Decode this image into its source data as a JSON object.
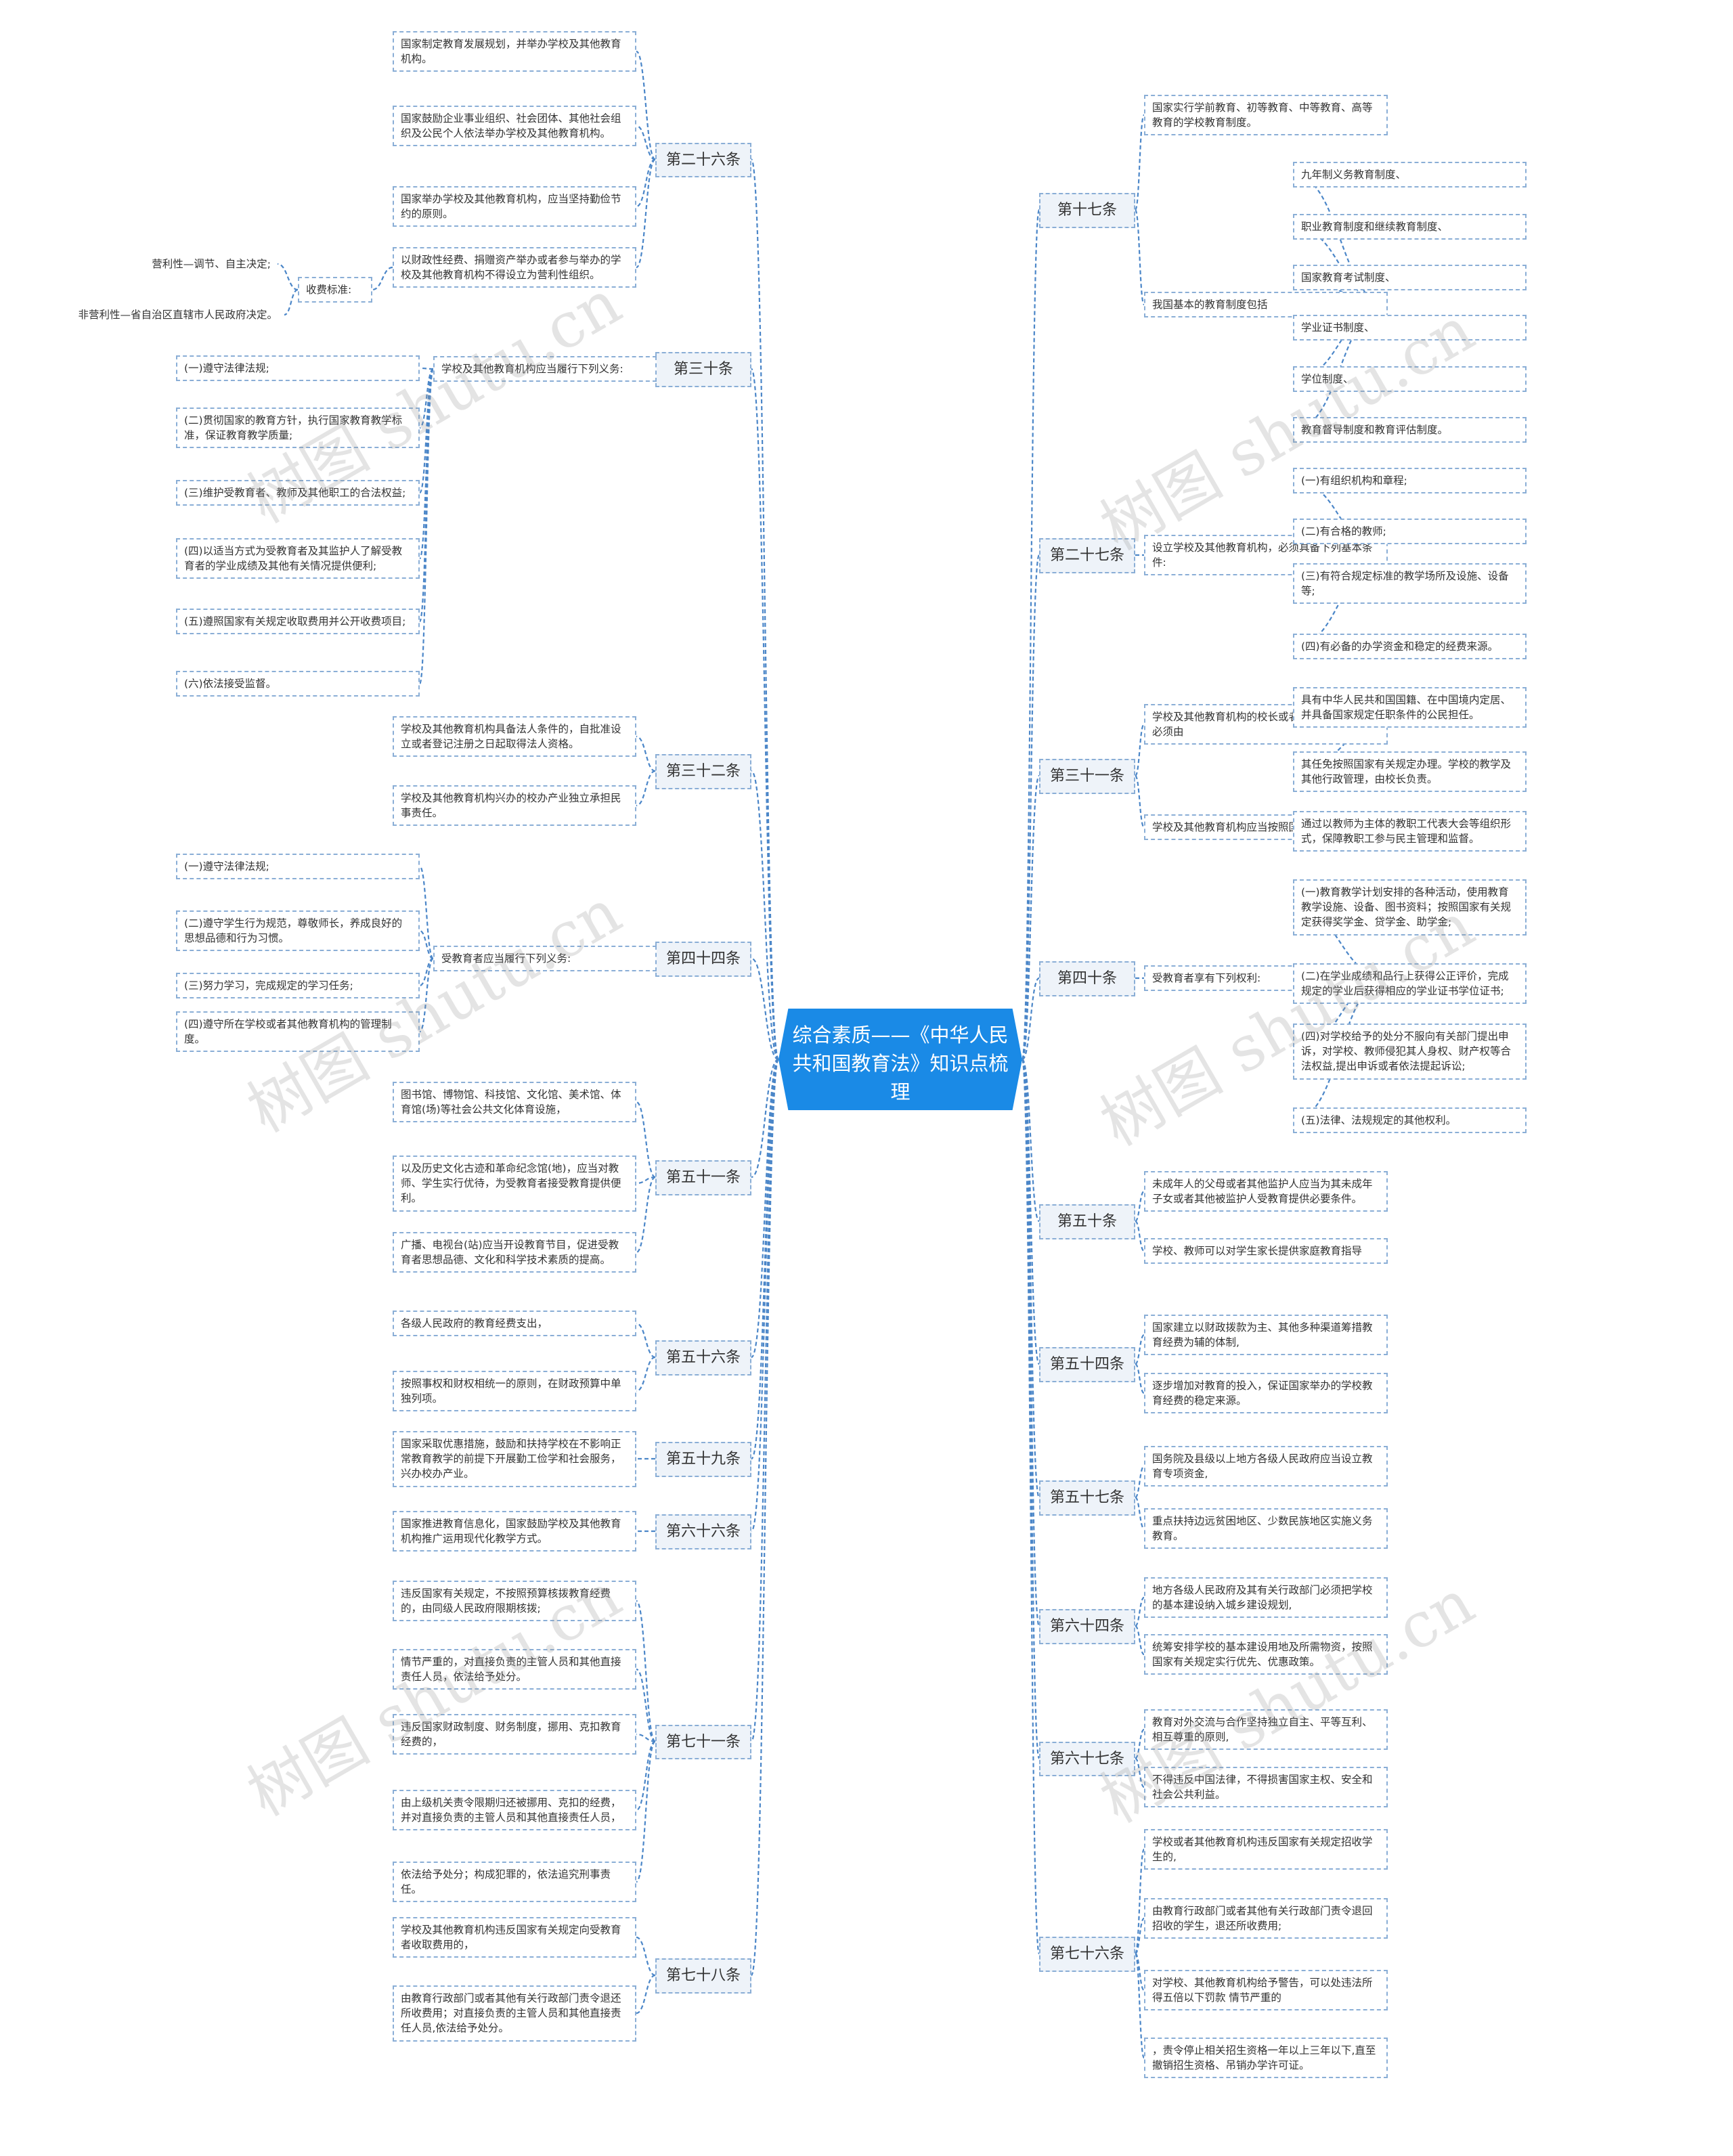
{
  "watermark": "树图 shutu.cn",
  "root": {
    "title": "综合素质——《中华人民共和国教育法》知识点梳理"
  },
  "left": [
    {
      "label": "第二十六条",
      "children": [
        {
          "text": "国家制定教育发展规划，并举办学校及其他教育机构。"
        },
        {
          "text": "国家鼓励企业事业组织、社会团体、其他社会组织及公民个人依法举办学校及其他教育机构。"
        },
        {
          "text": "国家举办学校及其他教育机构，应当坚持勤俭节约的原则。"
        },
        {
          "text": "以财政性经费、捐赠资产举办或者参与举办的学校及其他教育机构不得设立为营利性组织。",
          "children": [
            {
              "text": "收费标准:",
              "children": [
                {
                  "text": "营利性—调节、自主决定;"
                },
                {
                  "text": "非营利性—省自治区直辖市人民政府决定。"
                }
              ]
            }
          ]
        }
      ]
    },
    {
      "label": "第三十条",
      "children": [
        {
          "text": "学校及其他教育机构应当履行下列义务:",
          "children": [
            {
              "text": "(一)遵守法律法规;"
            },
            {
              "text": "(二)贯彻国家的教育方针，执行国家教育教学标准，保证教育教学质量;"
            },
            {
              "text": "(三)维护受教育者、教师及其他职工的合法权益;"
            },
            {
              "text": "(四)以适当方式为受教育者及其监护人了解受教育者的学业成绩及其他有关情况提供便利;"
            },
            {
              "text": "(五)遵照国家有关规定收取费用并公开收费项目;"
            },
            {
              "text": "(六)依法接受监督。"
            }
          ]
        }
      ]
    },
    {
      "label": "第三十二条",
      "children": [
        {
          "text": "学校及其他教育机构具备法人条件的，自批准设立或者登记注册之日起取得法人资格。"
        },
        {
          "text": "学校及其他教育机构兴办的校办产业独立承担民事责任。"
        }
      ]
    },
    {
      "label": "第四十四条",
      "children": [
        {
          "text": "受教育者应当履行下列义务:",
          "children": [
            {
              "text": "(一)遵守法律法规;"
            },
            {
              "text": "(二)遵守学生行为规范，尊敬师长，养成良好的思想品德和行为习惯。"
            },
            {
              "text": "(三)努力学习，完成规定的学习任务;"
            },
            {
              "text": "(四)遵守所在学校或者其他教育机构的管理制度。"
            }
          ]
        }
      ]
    },
    {
      "label": "第五十一条",
      "children": [
        {
          "text": "图书馆、博物馆、科技馆、文化馆、美术馆、体育馆(场)等社会公共文化体育设施，"
        },
        {
          "text": "以及历史文化古迹和革命纪念馆(地)，应当对教师、学生实行优待，为受教育者接受教育提供便利。"
        },
        {
          "text": "广播、电视台(站)应当开设教育节目，促进受教育者思想品德、文化和科学技术素质的提高。"
        }
      ]
    },
    {
      "label": "第五十六条",
      "children": [
        {
          "text": "各级人民政府的教育经费支出，"
        },
        {
          "text": "按照事权和财权相统一的原则，在财政预算中单独列项。"
        }
      ]
    },
    {
      "label": "第五十九条",
      "children": [
        {
          "text": "国家采取优惠措施，鼓励和扶持学校在不影响正常教育教学的前提下开展勤工俭学和社会服务，兴办校办产业。"
        }
      ]
    },
    {
      "label": "第六十六条",
      "children": [
        {
          "text": "国家推进教育信息化，国家鼓励学校及其他教育机构推广运用现代化教学方式。"
        }
      ]
    },
    {
      "label": "第七十一条",
      "children": [
        {
          "text": "违反国家有关规定，不按照预算核拨教育经费的，由同级人民政府限期核拨;"
        },
        {
          "text": "情节严重的，对直接负责的主管人员和其他直接责任人员，依法给予处分。"
        },
        {
          "text": "违反国家财政制度、财务制度，挪用、克扣教育经费的，"
        },
        {
          "text": "由上级机关责令限期归还被挪用、克扣的经费，并对直接负责的主管人员和其他直接责任人员，"
        },
        {
          "text": "依法给予处分；构成犯罪的，依法追究刑事责任。"
        }
      ]
    },
    {
      "label": "第七十八条",
      "children": [
        {
          "text": "学校及其他教育机构违反国家有关规定向受教育者收取费用的，"
        },
        {
          "text": "由教育行政部门或者其他有关行政部门责令退还所收费用；对直接负责的主管人员和其他直接责任人员,依法给予处分。"
        }
      ]
    }
  ],
  "right": [
    {
      "label": "第十七条",
      "children": [
        {
          "text": "国家实行学前教育、初等教育、中等教育、高等教育的学校教育制度。"
        },
        {
          "text": "我国基本的教育制度包括",
          "children": [
            {
              "text": "九年制义务教育制度、"
            },
            {
              "text": "职业教育制度和继续教育制度、"
            },
            {
              "text": "国家教育考试制度、"
            },
            {
              "text": "学业证书制度、"
            },
            {
              "text": "学位制度、"
            },
            {
              "text": "教育督导制度和教育评估制度。"
            }
          ]
        }
      ]
    },
    {
      "label": "第二十七条",
      "children": [
        {
          "text": "设立学校及其他教育机构，必须具备下列基本条件:",
          "children": [
            {
              "text": "(一)有组织机构和章程;"
            },
            {
              "text": "(二)有合格的教师;"
            },
            {
              "text": "(三)有符合规定标准的教学场所及设施、设备等;"
            },
            {
              "text": "(四)有必备的办学资金和稳定的经费来源。"
            }
          ]
        }
      ]
    },
    {
      "label": "第三十一条",
      "children": [
        {
          "text": "学校及其他教育机构的校长或者主要行政负责人必须由",
          "children": [
            {
              "text": "具有中华人民共和国国籍、在中国境内定居、并具备国家规定任职条件的公民担任。"
            },
            {
              "text": "其任免按照国家有关规定办理。学校的教学及其他行政管理，由校长负责。"
            }
          ]
        },
        {
          "text": "学校及其他教育机构应当按照国家有关规定，",
          "children": [
            {
              "text": "通过以教师为主体的教职工代表大会等组织形式，保障教职工参与民主管理和监督。"
            }
          ]
        }
      ]
    },
    {
      "label": "第四十条",
      "children": [
        {
          "text": "受教育者享有下列权利:",
          "children": [
            {
              "text": "(一)教育教学计划安排的各种活动，使用教育教学设施、设备、图书资料；按照国家有关规定获得奖学金、贷学金、助学金;"
            },
            {
              "text": "(二)在学业成绩和品行上获得公正评价，完成规定的学业后获得相应的学业证书学位证书;"
            },
            {
              "text": "(四)对学校给予的处分不服向有关部门提出申诉，对学校、教师侵犯其人身权、财产权等合法权益,提出申诉或者依法提起诉讼;"
            },
            {
              "text": "(五)法律、法规规定的其他权利。"
            }
          ]
        }
      ]
    },
    {
      "label": "第五十条",
      "children": [
        {
          "text": "未成年人的父母或者其他监护人应当为其未成年子女或者其他被监护人受教育提供必要条件。"
        },
        {
          "text": "学校、教师可以对学生家长提供家庭教育指导"
        }
      ]
    },
    {
      "label": "第五十四条",
      "children": [
        {
          "text": "国家建立以财政拨款为主、其他多种渠道筹措教育经费为辅的体制,"
        },
        {
          "text": "逐步增加对教育的投入，保证国家举办的学校教育经费的稳定来源。"
        }
      ]
    },
    {
      "label": "第五十七条",
      "children": [
        {
          "text": "国务院及县级以上地方各级人民政府应当设立教育专项资金,"
        },
        {
          "text": "重点扶持边远贫困地区、少数民族地区实施义务教育。"
        }
      ]
    },
    {
      "label": "第六十四条",
      "children": [
        {
          "text": "地方各级人民政府及其有关行政部门必须把学校的基本建设纳入城乡建设规划,"
        },
        {
          "text": "统筹安排学校的基本建设用地及所需物资，按照国家有关规定实行优先、优惠政策。"
        }
      ]
    },
    {
      "label": "第六十七条",
      "children": [
        {
          "text": "教育对外交流与合作坚持独立自主、平等互利、相互尊重的原则,"
        },
        {
          "text": "不得违反中国法律，不得损害国家主权、安全和社会公共利益。"
        }
      ]
    },
    {
      "label": "第七十六条",
      "children": [
        {
          "text": "学校或者其他教育机构违反国家有关规定招收学生的,"
        },
        {
          "text": "由教育行政部门或者其他有关行政部门责令退回招收的学生，退还所收费用;"
        },
        {
          "text": "对学校、其他教育机构给予警告，可以处违法所得五倍以下罚款 情节严重的"
        },
        {
          "text": "，责令停止相关招生资格一年以上三年以下,直至撤销招生资格、吊销办学许可证。"
        }
      ]
    }
  ]
}
